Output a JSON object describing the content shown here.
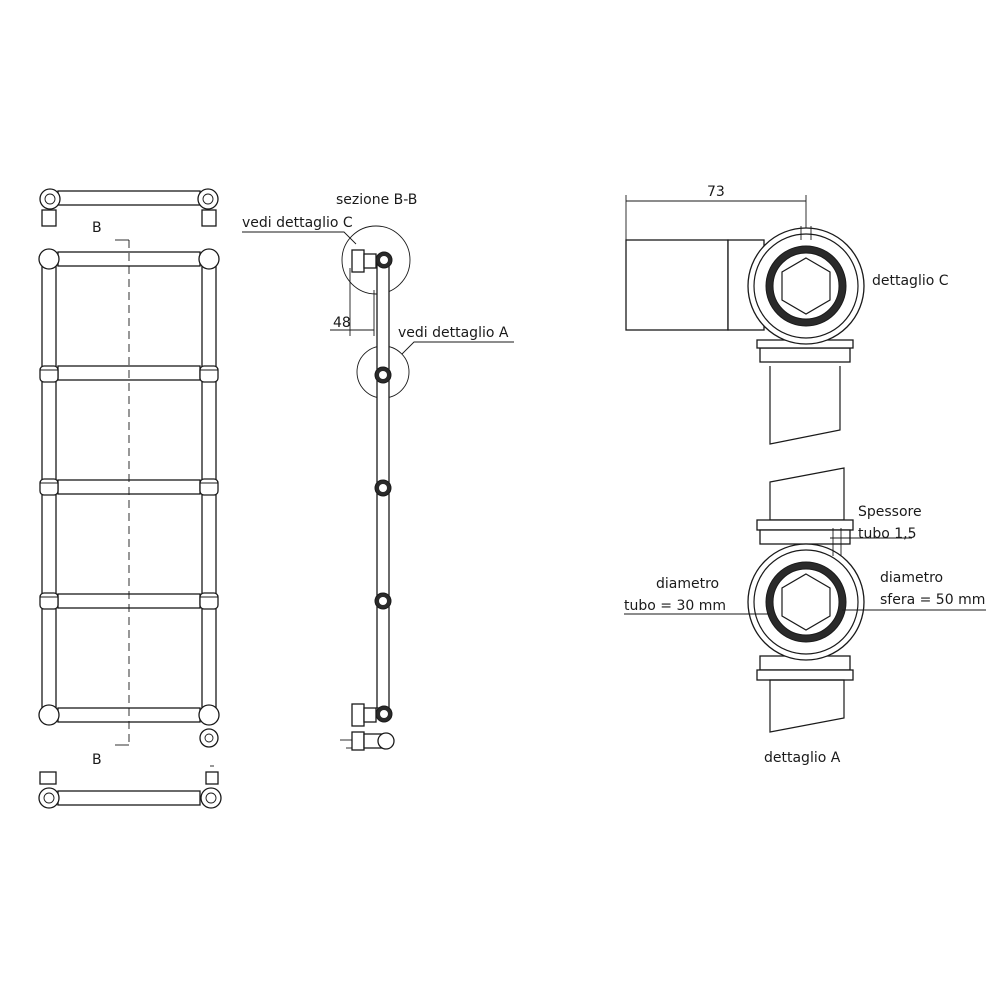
{
  "labels": {
    "section_mark_top": "B",
    "section_mark_bottom": "B",
    "section_title": "sezione B-B",
    "see_detail_c": "vedi dettaglio C",
    "see_detail_a": "vedi dettaglio A",
    "dim_offset": "48",
    "dim_width_c": "73",
    "detail_c_title": "dettaglio C",
    "thickness_line1": "Spessore",
    "thickness_line2": "tubo 1,5",
    "tube_diameter_line1": "diametro",
    "tube_diameter_line2": "tubo = 30 mm",
    "sphere_diameter_line1": "diametro",
    "sphere_diameter_line2": "sfera = 50 mm",
    "detail_a_title": "dettaglio A"
  },
  "colors": {
    "line": "#1a1a1a",
    "background": "#ffffff"
  }
}
